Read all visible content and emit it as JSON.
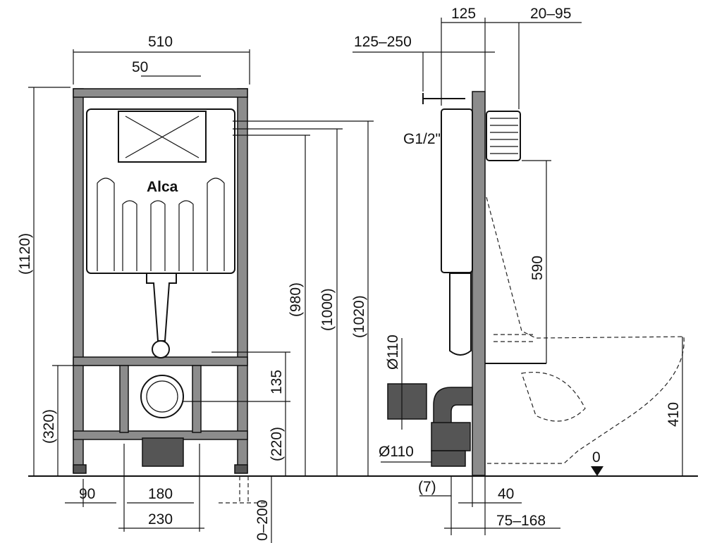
{
  "brand": "Alca",
  "front_view": {
    "width_total": "510",
    "inlet_offset": "50",
    "height_total": "(1120)",
    "height_980": "(980)",
    "height_1000": "(1000)",
    "height_1020": "(1020)",
    "height_135": "135",
    "height_220": "(220)",
    "height_320": "(320)",
    "width_90": "90",
    "width_180": "180",
    "width_230": "230",
    "adjust_0_200": "0–200"
  },
  "side_view": {
    "depth_125": "125",
    "depth_20_95": "20–95",
    "depth_125_250": "125–250",
    "water_inlet": "G1/2\"",
    "height_590": "590",
    "pipe_diameter_1": "Ø110",
    "pipe_diameter_2": "Ø110",
    "height_410": "410",
    "zero_mark": "0",
    "offset_7": "(7)",
    "depth_40": "40",
    "depth_75_168": "75–168"
  }
}
